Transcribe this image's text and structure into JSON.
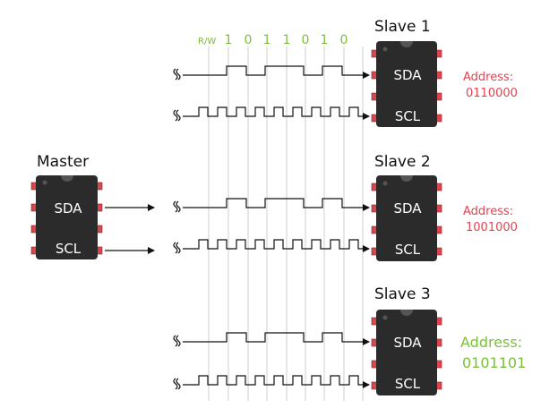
{
  "master": {
    "title": "Master",
    "pins": [
      "SDA",
      "SCL"
    ]
  },
  "bits": {
    "rw_label": "R/W",
    "values": [
      "1",
      "0",
      "1",
      "1",
      "0",
      "1",
      "0"
    ]
  },
  "slaves": [
    {
      "title": "Slave 1",
      "pins": [
        "SDA",
        "SCL"
      ],
      "address_label": "Address:",
      "address": "0110000",
      "address_color": "#e8404f",
      "matched": false
    },
    {
      "title": "Slave 2",
      "pins": [
        "SDA",
        "SCL"
      ],
      "address_label": "Address:",
      "address": "1001000",
      "address_color": "#e8404f",
      "matched": false
    },
    {
      "title": "Slave 3",
      "pins": [
        "SDA",
        "SCL"
      ],
      "address_label": "Address:",
      "address": "0101101",
      "address_color": "#7cbf3a",
      "matched": true
    }
  ],
  "colors": {
    "chip_body": "#2b2b2b",
    "chip_pin": "#d9474e",
    "bit_text": "#7cbf3a",
    "address_red": "#e8404f",
    "address_green": "#7cbf3a"
  },
  "icons": {
    "signal_source": "squiggle-icon",
    "pin_arrow": "arrow-icon"
  }
}
